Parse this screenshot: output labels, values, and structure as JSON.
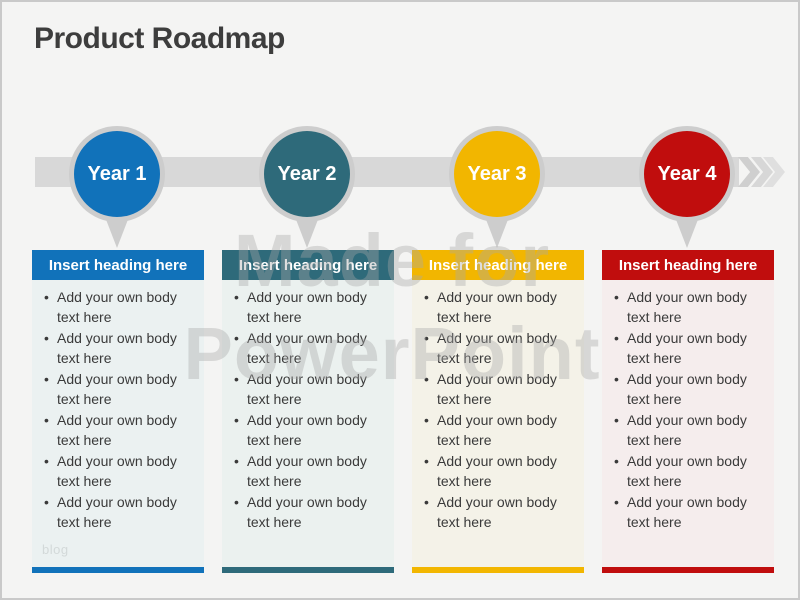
{
  "slide": {
    "title": "Product Roadmap"
  },
  "watermark": {
    "line1": "Made for",
    "line2": "PowerPoint",
    "corner_label": "blog"
  },
  "timeline": {
    "band_color": "#d8d8d8",
    "markers": [
      {
        "label": "Year 1",
        "color": "#1172ba"
      },
      {
        "label": "Year 2",
        "color": "#2e6a7a"
      },
      {
        "label": "Year 3",
        "color": "#f2b600"
      },
      {
        "label": "Year 4",
        "color": "#c00d0d"
      }
    ]
  },
  "columns": [
    {
      "heading": "Insert heading here",
      "accent": "#1172ba",
      "bg": "#ebf1f1",
      "bullets": [
        "Add your own body text here",
        "Add your own body text here",
        "Add your own body text here",
        "Add your own body text here",
        "Add your own body text here",
        "Add your own body text here"
      ]
    },
    {
      "heading": "Insert heading here",
      "accent": "#2e6a7a",
      "bg": "#ebf1ef",
      "bullets": [
        "Add your own body text here",
        "Add your own body text here",
        "Add your own body text here",
        "Add your own body text here",
        "Add your own body text here",
        "Add your own body text here"
      ]
    },
    {
      "heading": "Insert heading here",
      "accent": "#f2b600",
      "bg": "#f4f2e8",
      "bullets": [
        "Add your own body text here",
        "Add your own body text here",
        "Add your own body text here",
        "Add your own body text here",
        "Add your own body text here",
        "Add your own body text here"
      ]
    },
    {
      "heading": "Insert heading here",
      "accent": "#c00d0d",
      "bg": "#f5eded",
      "bullets": [
        "Add your own body text here",
        "Add your own body text here",
        "Add your own body text here",
        "Add your own body text here",
        "Add your own body text here",
        "Add your own body text here"
      ]
    }
  ]
}
